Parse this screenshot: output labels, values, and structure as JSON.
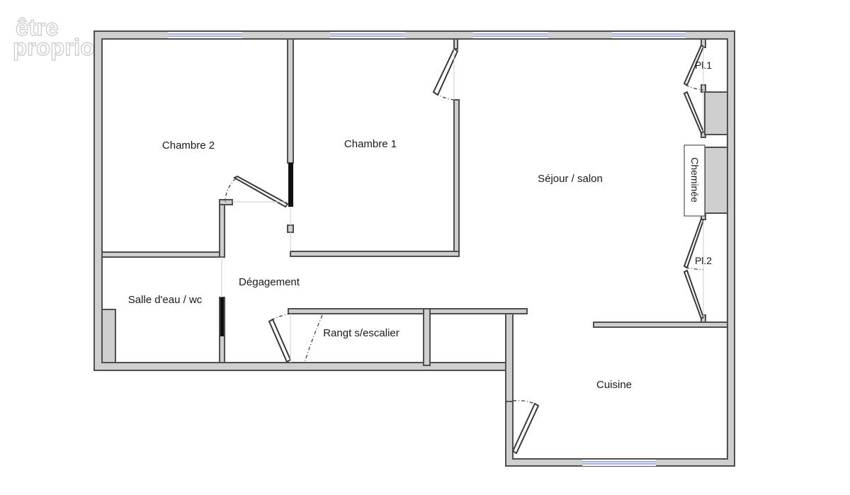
{
  "logo": {
    "line1": "être",
    "line2": "proprio"
  },
  "rooms": {
    "chambre2": "Chambre 2",
    "chambre1": "Chambre 1",
    "sejour": "Séjour / salon",
    "degagement": "Dégagement",
    "salle_eau": "Salle d'eau / wc",
    "rangement": "Rangt s/escalier",
    "cuisine": "Cuisine",
    "placard1": "Pl.1",
    "placard2": "Pl.2",
    "cheminee": "Cheminée"
  },
  "colors": {
    "wall": "#cfcfcf",
    "outline": "#4f4f4f",
    "window": "#7080c8"
  }
}
